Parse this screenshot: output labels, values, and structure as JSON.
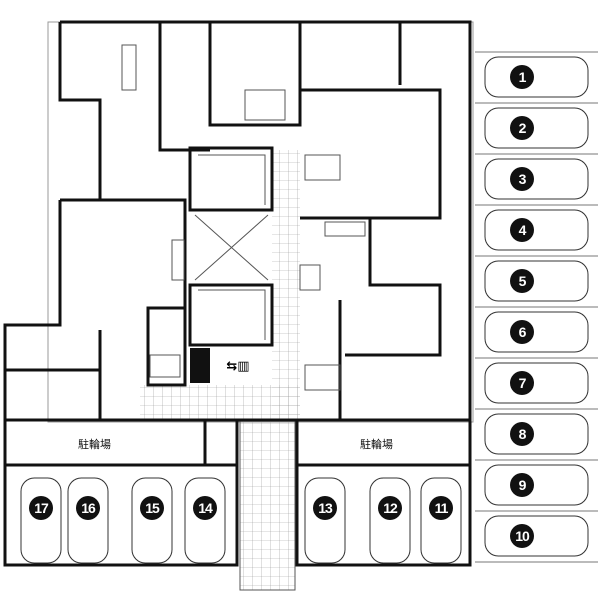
{
  "bike_parking": {
    "left_label": "駐輪場",
    "right_label": "駐輪場"
  },
  "parking_right": [
    "1",
    "2",
    "3",
    "4",
    "5",
    "6",
    "7",
    "8",
    "9",
    "10"
  ],
  "parking_bottom": [
    "17",
    "16",
    "15",
    "14",
    "13",
    "12",
    "11"
  ],
  "colors": {
    "wall": "#111111",
    "line": "#777777",
    "badge": "#111111"
  }
}
